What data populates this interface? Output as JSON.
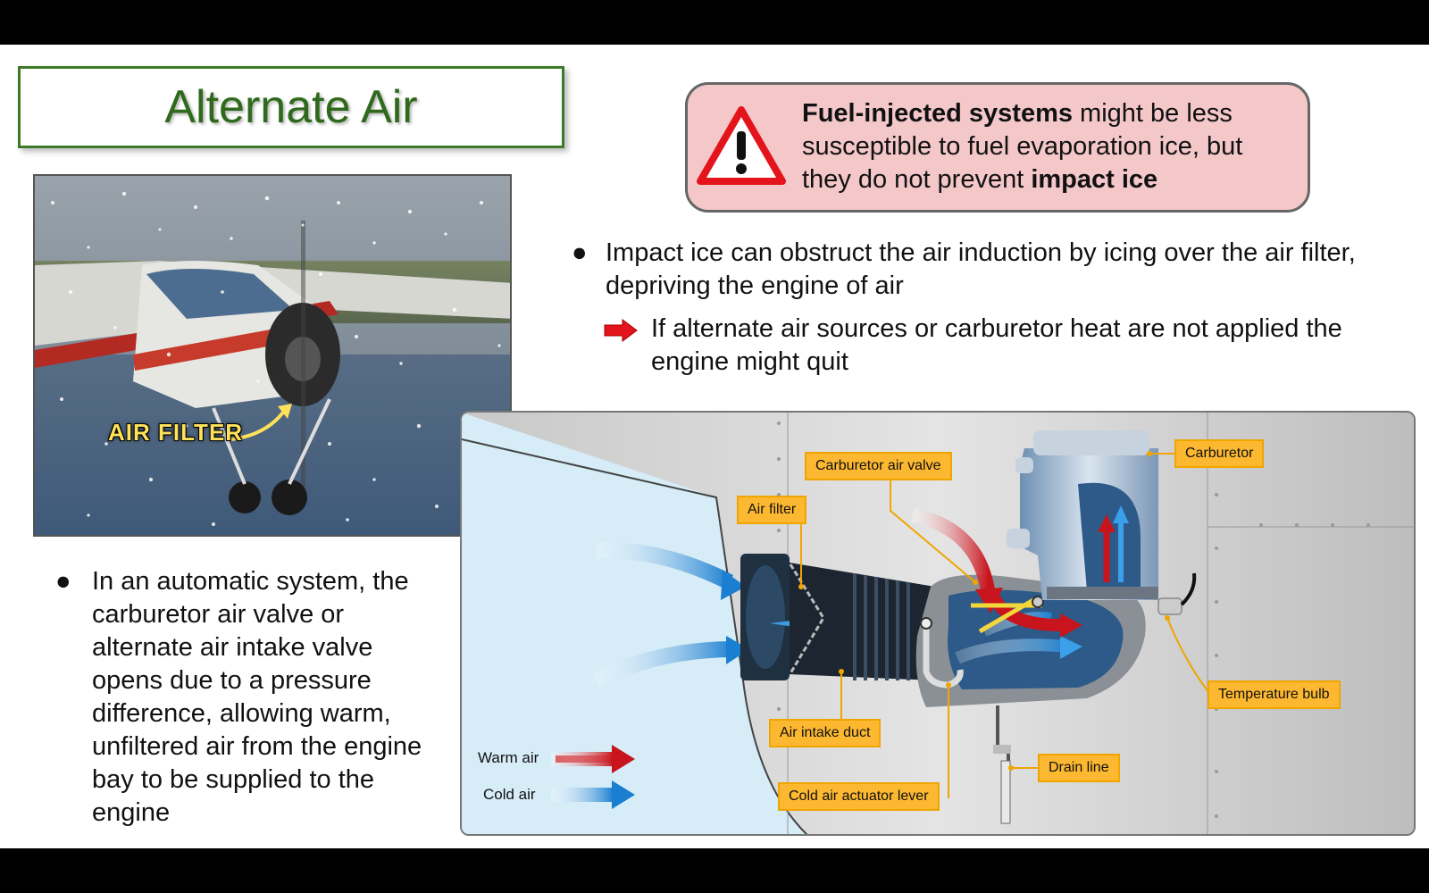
{
  "title": "Alternate Air",
  "photo": {
    "label": "AIR FILTER"
  },
  "warning": {
    "bold1": "Fuel-injected systems",
    "text1": " might be less susceptible to fuel evaporation ice, but they do not prevent ",
    "bold2": "impact ice",
    "icon": "warning-triangle-icon"
  },
  "right_bullet": {
    "bullet": "●",
    "text": "Impact ice can obstruct the air induction by icing over the air filter, depriving the engine of air"
  },
  "sub_bullet": {
    "icon": "red-arrow-icon",
    "text": "If alternate air sources or carburetor heat are not applied the engine might quit"
  },
  "left_bullet": {
    "bullet": "●",
    "text": "In an automatic system, the carburetor air valve or alternate air intake valve opens due to a pressure difference, allowing warm, unfiltered air from the engine bay to be supplied to the engine"
  },
  "diagram": {
    "callouts": {
      "carburetor_air_valve": "Carburetor air valve",
      "carburetor": "Carburetor",
      "air_filter": "Air filter",
      "temperature_bulb": "Temperature bulb",
      "air_intake_duct": "Air intake duct",
      "drain_line": "Drain line",
      "cold_air_actuator_lever": "Cold air actuator lever"
    },
    "legend": {
      "warm": "Warm air",
      "cold": "Cold air"
    },
    "colors": {
      "warm": "#c8141c",
      "cold": "#1a7fd0",
      "callout": "#fcb830"
    }
  }
}
